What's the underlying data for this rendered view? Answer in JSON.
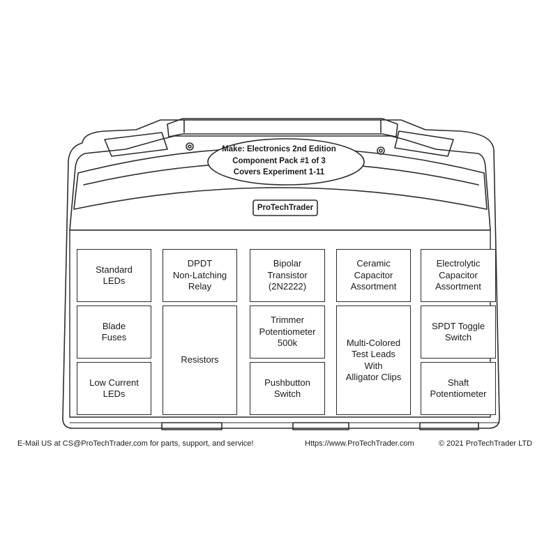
{
  "case_label": {
    "line1": "Make: Electronics 2nd Edition",
    "line2": "Component Pack #1 of 3",
    "line3": "Covers Experiment 1-11"
  },
  "brand_badge": "ProTechTrader",
  "compartments": [
    {
      "name": "standard-leds",
      "label": "Standard\nLEDs"
    },
    {
      "name": "dpdt-relay",
      "label": "DPDT\nNon-Latching\nRelay"
    },
    {
      "name": "bipolar-transistor",
      "label": "Bipolar\nTransistor\n(2N2222)"
    },
    {
      "name": "ceramic-capacitor",
      "label": "Ceramic\nCapacitor\nAssortment"
    },
    {
      "name": "electrolytic-capacitor",
      "label": "Electrolytic\nCapacitor\nAssortment"
    },
    {
      "name": "blade-fuses",
      "label": "Blade\nFuses"
    },
    {
      "name": "resistors",
      "label": "Resistors"
    },
    {
      "name": "trimmer-potentiometer",
      "label": "Trimmer\nPotentiometer\n500k"
    },
    {
      "name": "test-leads",
      "label": "Multi-Colored\nTest Leads\nWith\nAlligator Clips"
    },
    {
      "name": "spdt-toggle-switch",
      "label": "SPDT Toggle\nSwitch"
    },
    {
      "name": "low-current-leds",
      "label": "Low Current\nLEDs"
    },
    {
      "name": "pushbutton-switch",
      "label": "Pushbutton\nSwitch"
    },
    {
      "name": "shaft-potentiometer",
      "label": "Shaft\nPotentiometer"
    }
  ],
  "footer": {
    "email": "E-Mail US at CS@ProTechTrader.com for parts, support, and service!",
    "website": "Https://www.ProTechTrader.com",
    "copyright": "© 2021 ProTechTrader LTD"
  }
}
